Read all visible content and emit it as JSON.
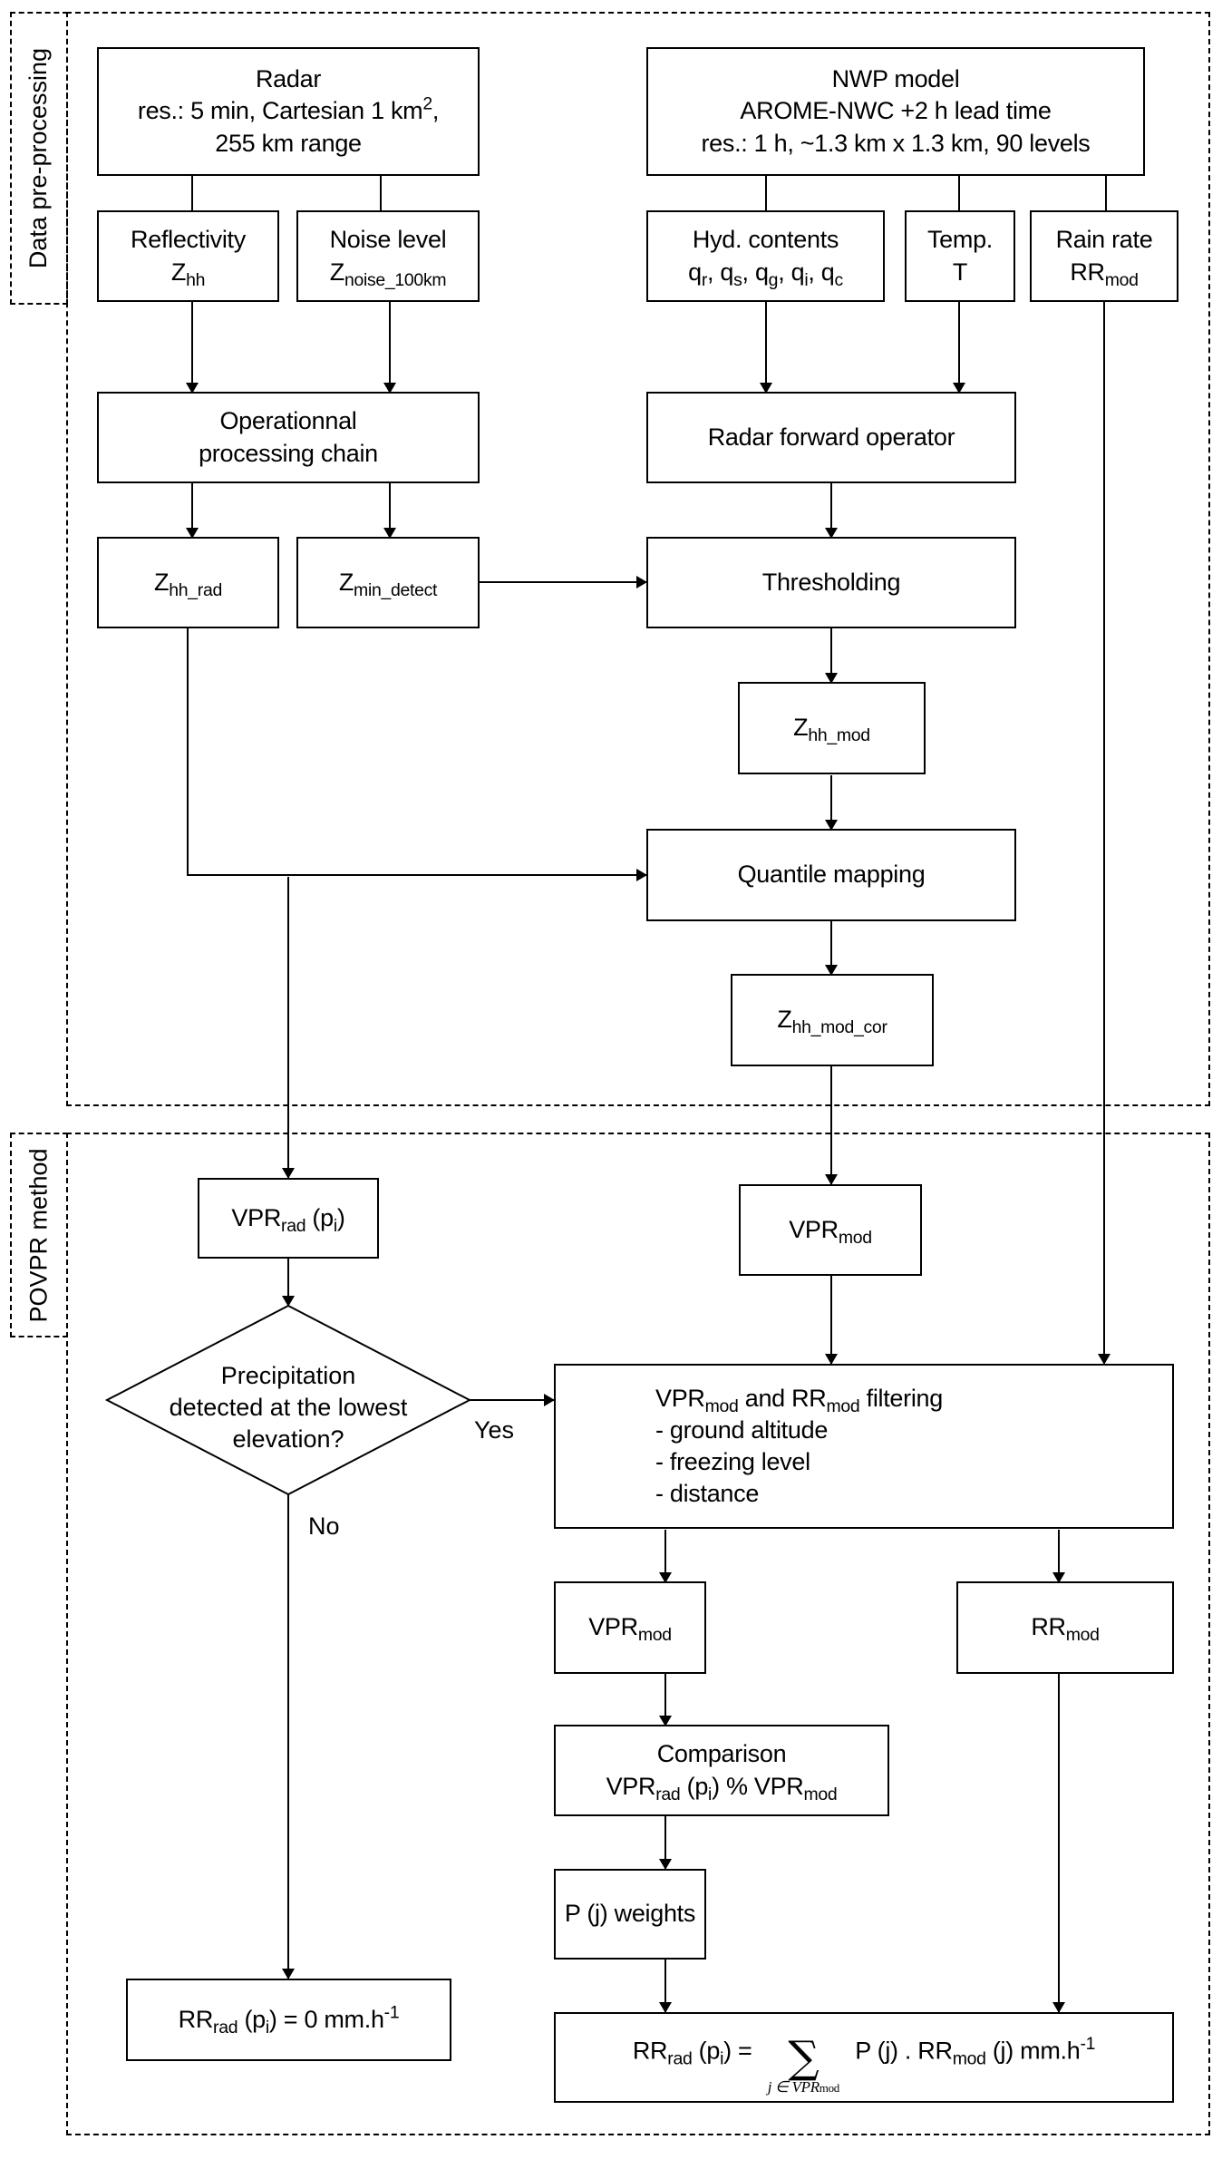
{
  "sections": {
    "preprocessing": {
      "label": "Data pre-processing"
    },
    "povpr": {
      "label": "POVPR method"
    }
  },
  "nodes": {
    "radar": {
      "title": "Radar",
      "line2_pre": "res.: 5 min, Cartesian 1 km",
      "line2_sup": "2",
      "line2_post": ",",
      "line3": "255 km range"
    },
    "reflectivity": {
      "title": "Reflectivity",
      "sym": "Z",
      "sub": "hh"
    },
    "noise": {
      "title": "Noise level",
      "sym": "Z",
      "sub": "noise_100km"
    },
    "nwp": {
      "title": "NWP model",
      "line2": "AROME-NWC +2 h lead time",
      "line3": "res.: 1 h, ~1.3 km x 1.3 km, 90 levels"
    },
    "hyd": {
      "title": "Hyd. contents",
      "vars": [
        {
          "s": "q",
          "sub": "r"
        },
        {
          "s": "q",
          "sub": "s"
        },
        {
          "s": "q",
          "sub": "g"
        },
        {
          "s": "q",
          "sub": "i"
        },
        {
          "s": "q",
          "sub": "c"
        }
      ],
      "sep": ", "
    },
    "temp": {
      "title": "Temp.",
      "line2": "T"
    },
    "rainrate": {
      "title": "Rain rate",
      "sym": "RR",
      "sub": "mod"
    },
    "operational": {
      "line1": "Operationnal",
      "line2": "processing chain"
    },
    "forward": {
      "label": "Radar forward operator"
    },
    "zhh_rad": {
      "sym": "Z",
      "sub": "hh_rad"
    },
    "zmin": {
      "sym": "Z",
      "sub": "min_detect"
    },
    "thresholding": {
      "label": "Thresholding"
    },
    "zhh_mod": {
      "sym": "Z",
      "sub": "hh_mod"
    },
    "quantile": {
      "label": "Quantile mapping"
    },
    "zhh_mod_cor": {
      "sym": "Z",
      "sub": "hh_mod_cor"
    },
    "vpr_rad": {
      "sym": "VPR",
      "sub": "rad",
      "arg_pre": " (p",
      "arg_sub": "i",
      "arg_post": ")"
    },
    "vpr_mod_top": {
      "sym": "VPR",
      "sub": "mod"
    },
    "decision": {
      "line1": "Precipitation",
      "line2": "detected at the lowest",
      "line3": "elevation?"
    },
    "filtering": {
      "t1": "VPR",
      "t1sub": "mod",
      "t2": " and RR",
      "t2sub": "mod",
      "t3": " filtering",
      "items": [
        "- ground altitude",
        "- freezing level",
        "- distance"
      ]
    },
    "vpr_mod_bottom": {
      "sym": "VPR",
      "sub": "mod"
    },
    "rr_mod": {
      "sym": "RR",
      "sub": "mod"
    },
    "comparison": {
      "title": "Comparison",
      "a": "VPR",
      "asub": "rad",
      "mid": " (p",
      "midsub": "i",
      "mid2": ") % VPR",
      "bsub": "mod"
    },
    "weights": {
      "label": "P (j) weights"
    },
    "rr_zero": {
      "sym": "RR",
      "sub": "rad",
      "pre": " (p",
      "psub": "i",
      "post": ") = 0 mm.h",
      "sup": "-1"
    },
    "rr_formula": {
      "sym": "RR",
      "sub": "rad",
      "pre": " (p",
      "psub": "i",
      "eq": ") =",
      "sigma": "∑",
      "under_pre": "j ∈ VPR",
      "under_sub": "mod",
      "term": "P (j) . RR",
      "termsub": "mod",
      "post": " (j) mm.h",
      "sup": "-1"
    }
  },
  "edge_labels": {
    "yes": "Yes",
    "no": "No"
  }
}
